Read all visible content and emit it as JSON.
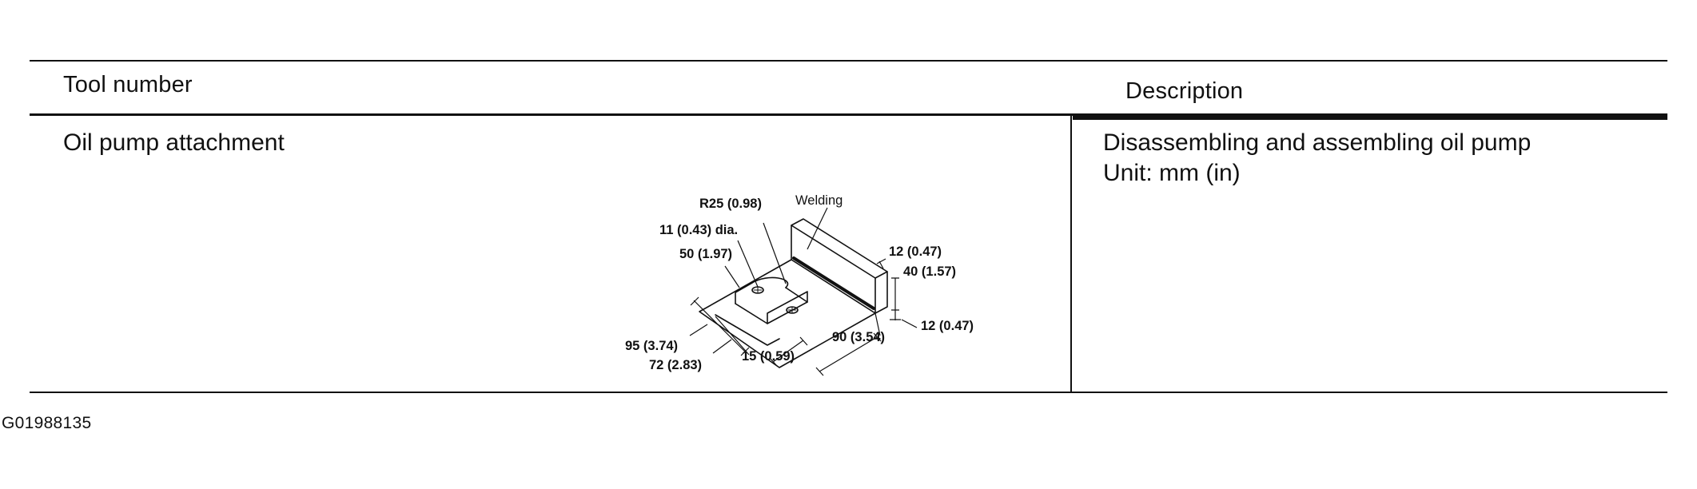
{
  "table": {
    "headers": {
      "tool_number": "Tool number",
      "description": "Description"
    },
    "rows": [
      {
        "tool_number": "Oil pump attachment",
        "description_lines": [
          "Disassembling and assembling oil pump",
          "Unit: mm (in)"
        ]
      }
    ]
  },
  "drawing_labels": {
    "radius": "R25 (0.98)",
    "welding": "Welding",
    "hole_dia": "11 (0.43) dia.",
    "dim_50": "50 (1.97)",
    "dim_12_top": "12 (0.47)",
    "dim_40": "40 (1.57)",
    "dim_12_side": "12 (0.47)",
    "dim_95": "95 (3.74)",
    "dim_72": "72 (2.83)",
    "dim_15": "15 (0.59)",
    "dim_90": "90 (3.54)"
  },
  "figure_id": "G01988135"
}
